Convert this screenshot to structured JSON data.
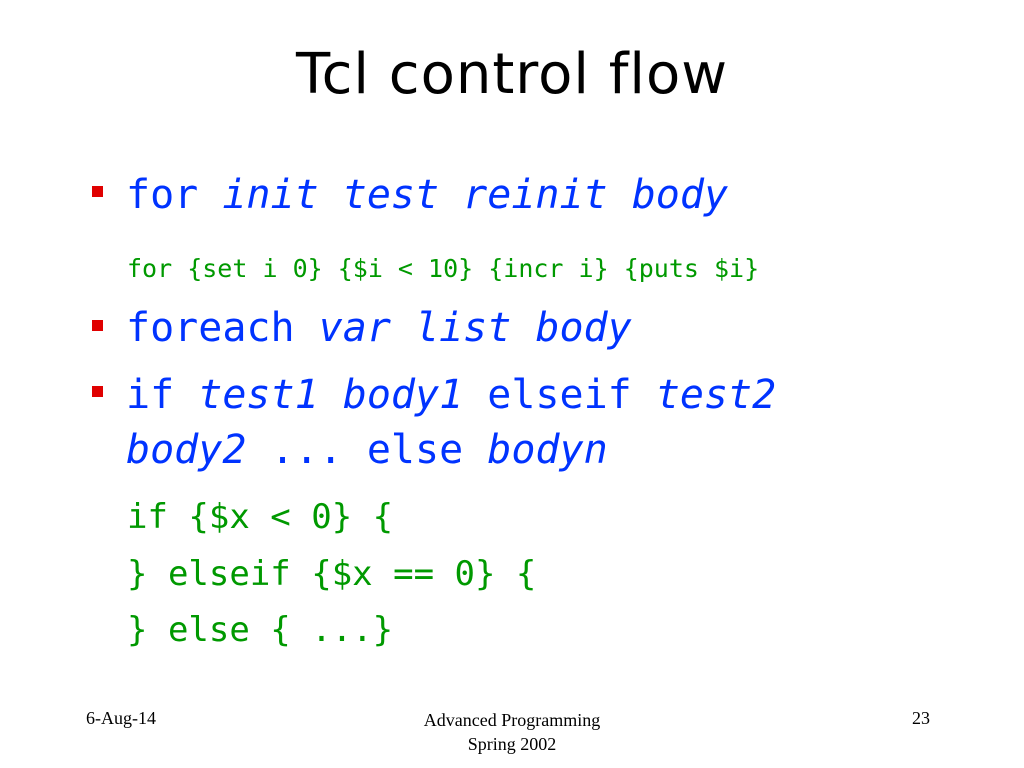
{
  "title": "Tcl control flow",
  "bullets": [
    {
      "keyword": "for ",
      "args": "init test reinit body"
    },
    {
      "keyword": "foreach ",
      "args": "var list body"
    },
    {
      "kw1": "if ",
      "arg1": "test1 body1",
      "kw2": " elseif ",
      "arg2": "test2",
      "arg3": "body2",
      "kw3": " ... else ",
      "arg4": "bodyn"
    }
  ],
  "examples": {
    "for_example": "for {set i 0} {$i < 10} {incr i} {puts $i}",
    "if_example": [
      "if {$x < 0} {",
      "} elseif {$x == 0} {",
      "} else { ...}"
    ]
  },
  "footer": {
    "date": "6-Aug-14",
    "course": "Advanced Programming",
    "term": "Spring 2002",
    "page": "23"
  },
  "colors": {
    "keyword": "#0033ff",
    "example": "#009900",
    "bullet": "#e00000"
  }
}
